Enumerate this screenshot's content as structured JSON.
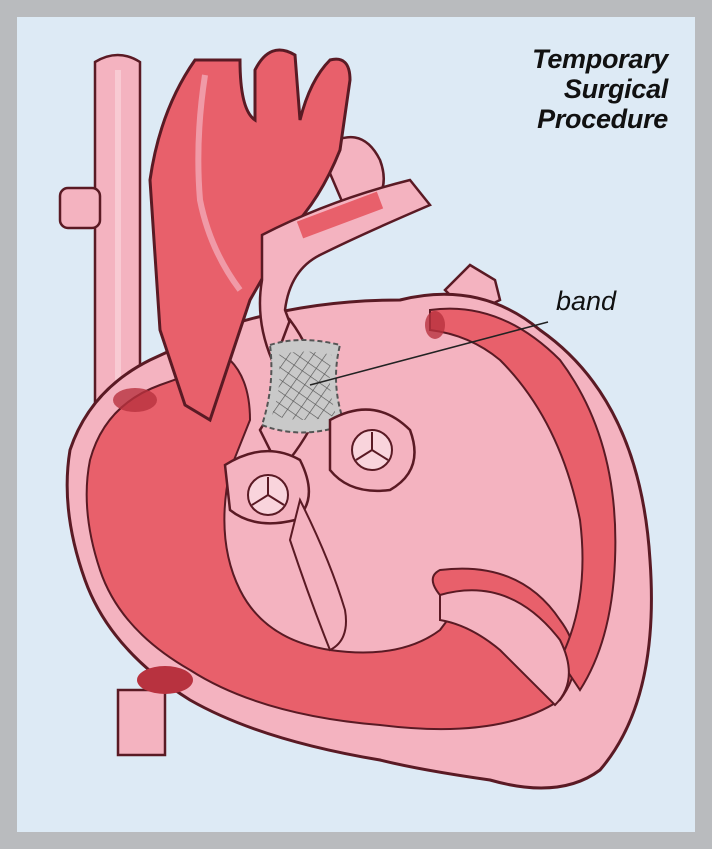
{
  "title": {
    "line1": "Temporary",
    "line2": "Surgical",
    "line3": "Procedure"
  },
  "labels": {
    "band": "band"
  },
  "colors": {
    "frame": "#b9bbbe",
    "background": "#ddeaf5",
    "muscle": "#e8606b",
    "wall": "#f4b3c0",
    "outline": "#5a1a24",
    "band": "#c9c9c9"
  }
}
